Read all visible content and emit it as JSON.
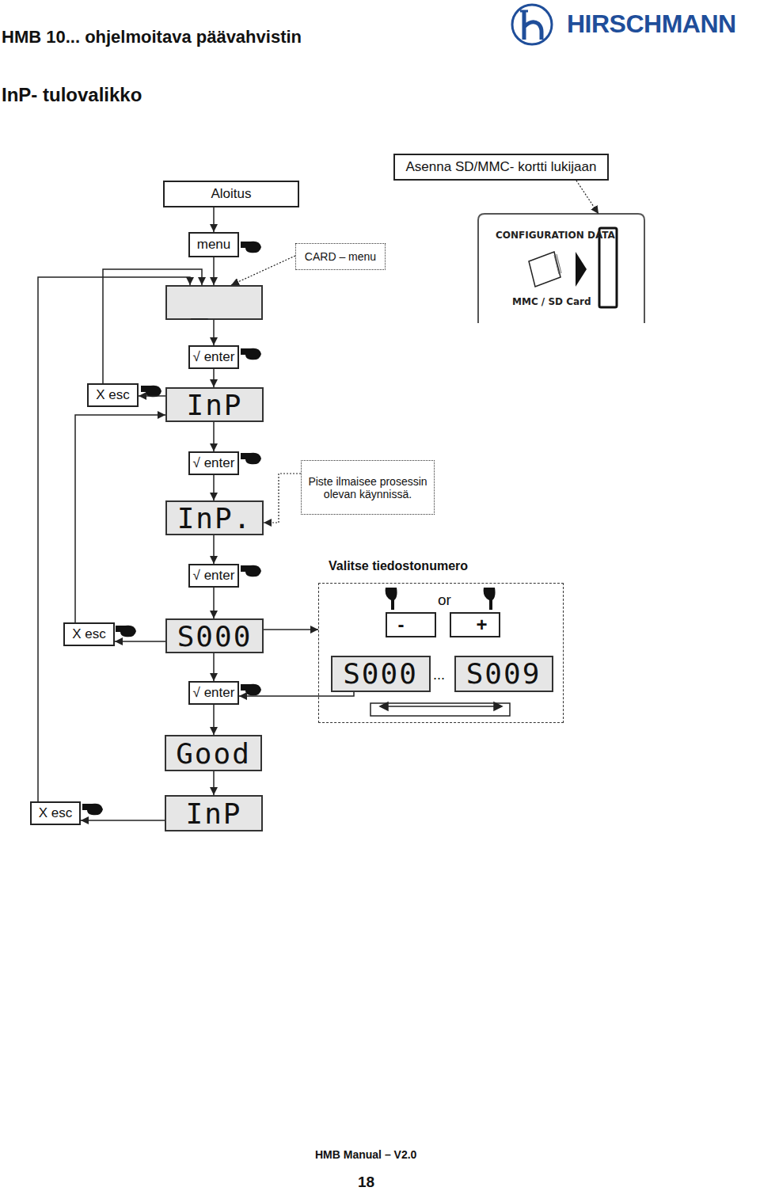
{
  "diagram": {
    "title": "InP- tulovalikko",
    "nodes": [
      {
        "text": [
          "Aloitus"
        ]
      },
      {
        "text": [
          "Asenna SD/MMC- kortti lukijaan"
        ]
      },
      {
        "text": [
          "menu"
        ]
      },
      {
        "text": [
          "CARD – menu"
        ]
      },
      {
        "text": [
          "CONFIGURATION DATA",
          "MMC / SD Card"
        ]
      },
      {
        "text": [
          "_"
        ]
      },
      {
        "text": [
          "√ enter"
        ]
      },
      {
        "text": [
          "X esc"
        ]
      },
      {
        "text": [
          "InP"
        ]
      },
      {
        "text": [
          "√ enter"
        ]
      },
      {
        "text": [
          "Piste ilmaisee prosessin olevan käynnissä."
        ]
      },
      {
        "text": [
          "InP."
        ]
      },
      {
        "text": [
          "√ enter"
        ]
      },
      {
        "text": [
          "Valitse tiedostonumero",
          "or"
        ]
      },
      {
        "text": [
          "X esc"
        ]
      },
      {
        "text": [
          "S000"
        ]
      },
      {
        "text": [
          "-"
        ],
        "in": 13
      },
      {
        "text": [
          "+"
        ],
        "in": 13
      },
      {
        "text": [
          "S000"
        ],
        "in": 13
      },
      {
        "text": [
          "S009"
        ],
        "in": 13
      },
      {
        "text": [
          "√ enter"
        ]
      },
      {
        "text": [
          "Good"
        ]
      },
      {
        "text": [
          "X esc"
        ]
      },
      {
        "text": [
          "InP"
        ]
      }
    ],
    "edges": [
      {
        "from": 0,
        "to": 2,
        "arrow": "to"
      },
      {
        "from": 2,
        "to": 5,
        "arrow": "to"
      },
      {
        "from": 3,
        "to": 5,
        "arrow": "to"
      },
      {
        "from": 1,
        "to": 4,
        "arrow": "to"
      },
      {
        "from": 5,
        "to": 6,
        "arrow": "to"
      },
      {
        "from": 6,
        "to": 8,
        "arrow": "to"
      },
      {
        "from": 8,
        "to": 7,
        "arrow": "to"
      },
      {
        "from": 7,
        "to": 5,
        "arrow": "to"
      },
      {
        "from": 8,
        "to": 9,
        "arrow": "to"
      },
      {
        "from": 9,
        "to": 11,
        "arrow": "to"
      },
      {
        "from": 10,
        "to": 11,
        "arrow": "to"
      },
      {
        "from": 11,
        "to": 12,
        "arrow": "to"
      },
      {
        "from": 12,
        "to": 15,
        "arrow": "to"
      },
      {
        "from": 15,
        "to": 14,
        "arrow": "to"
      },
      {
        "from": 14,
        "to": 8,
        "arrow": "to"
      },
      {
        "from": 15,
        "to": 13,
        "arrow": "to"
      },
      {
        "from": 18,
        "to": 20,
        "arrow": "to"
      },
      {
        "from": 15,
        "to": 20,
        "arrow": "to"
      },
      {
        "from": 20,
        "to": 21,
        "arrow": "to"
      },
      {
        "from": 21,
        "to": 23,
        "arrow": "to"
      },
      {
        "from": 23,
        "to": 22,
        "arrow": "to"
      },
      {
        "from": 22,
        "to": 5,
        "arrow": "to"
      }
    ],
    "labels": [
      "HMB 10... ohjelmoitava päävahvistin",
      "HIRSCHMANN",
      "...",
      "HMB Manual – V2.0",
      "18"
    ]
  }
}
